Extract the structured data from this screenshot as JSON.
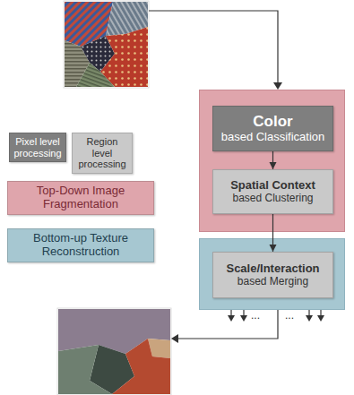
{
  "diagram": {
    "nodes": [
      {
        "text": []
      },
      {
        "text": [
          "Color",
          "based Classification"
        ],
        "in": 0
      },
      {
        "text": [
          "Spatial Context",
          "based Clustering"
        ],
        "in": 0
      },
      {
        "text": []
      },
      {
        "text": [
          "Scale/Interaction",
          "based Merging"
        ],
        "in": 3
      }
    ],
    "edges": [
      {
        "from": 1,
        "to": 2,
        "arrow": "to"
      },
      {
        "from": 2,
        "to": 4,
        "arrow": "to"
      }
    ],
    "labels": [
      "...",
      "..."
    ],
    "legend": [
      {
        "text": "Pixel level processing",
        "color": "#7f7f7f"
      },
      {
        "text": "Region level processing",
        "color": "#c9c9c9"
      },
      {
        "text": "Top-Down Image Fragmentation",
        "color": "#dfa5ac"
      },
      {
        "text": "Bottom-up Texture Reconstruction",
        "color": "#a6c7d1"
      }
    ]
  }
}
